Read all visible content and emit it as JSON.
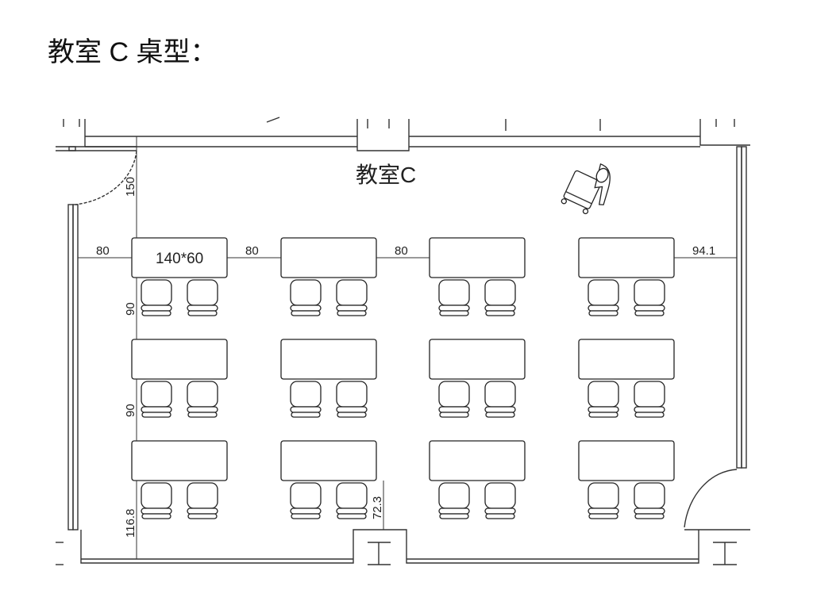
{
  "heading": "教室 C 桌型：",
  "room_label": "教室C",
  "desk_size_label": "140*60",
  "dimensions": {
    "left_gap": "80",
    "desk_gap_1": "80",
    "desk_gap_2": "80",
    "right_gap": "94.1",
    "top_gap": "150",
    "row_gap_1": "90",
    "row_gap_2": "90",
    "bottom_gap_left": "116.8",
    "bottom_gap_mid": "72.3"
  },
  "layout": {
    "rows": 3,
    "columns": 4,
    "chairs_per_desk": 2
  }
}
